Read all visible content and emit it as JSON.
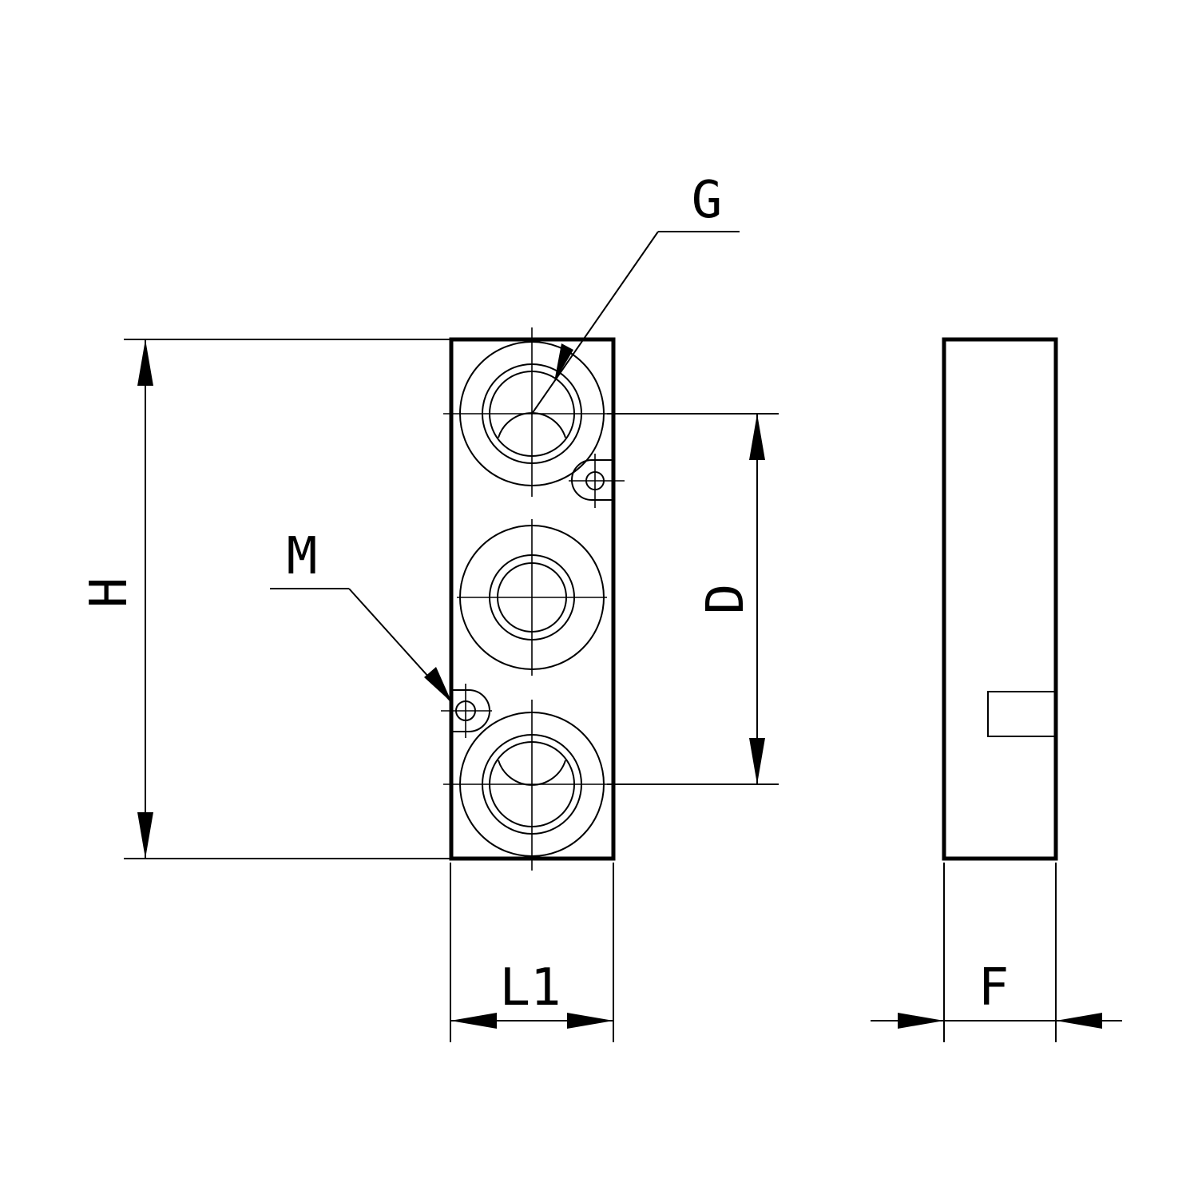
{
  "drawing": {
    "labels": {
      "g": "G",
      "m": "M",
      "h": "H",
      "d": "D",
      "l1": "L1",
      "f": "F"
    },
    "colors": {
      "line": "#000000",
      "background": "#ffffff"
    }
  }
}
